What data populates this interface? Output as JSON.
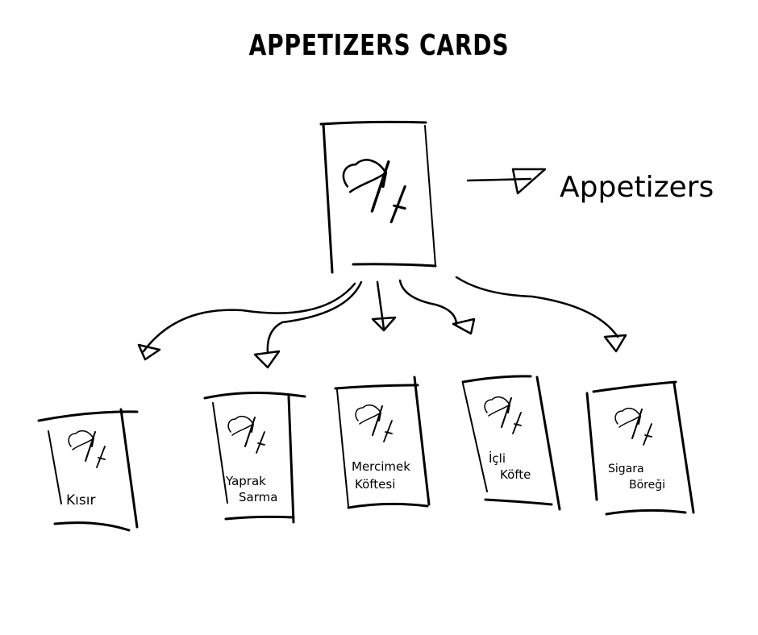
{
  "title": "APPETIZERS CARDS",
  "root": {
    "label": "Appetizers"
  },
  "cards": [
    {
      "line1": "Kısır",
      "line2": ""
    },
    {
      "line1": "Yaprak",
      "line2": "Sarma"
    },
    {
      "line1": "Mercimek",
      "line2": "Köftesi"
    },
    {
      "line1": "İçli",
      "line2": "Köfte"
    },
    {
      "line1": "Sigara",
      "line2": "Böreği"
    }
  ]
}
